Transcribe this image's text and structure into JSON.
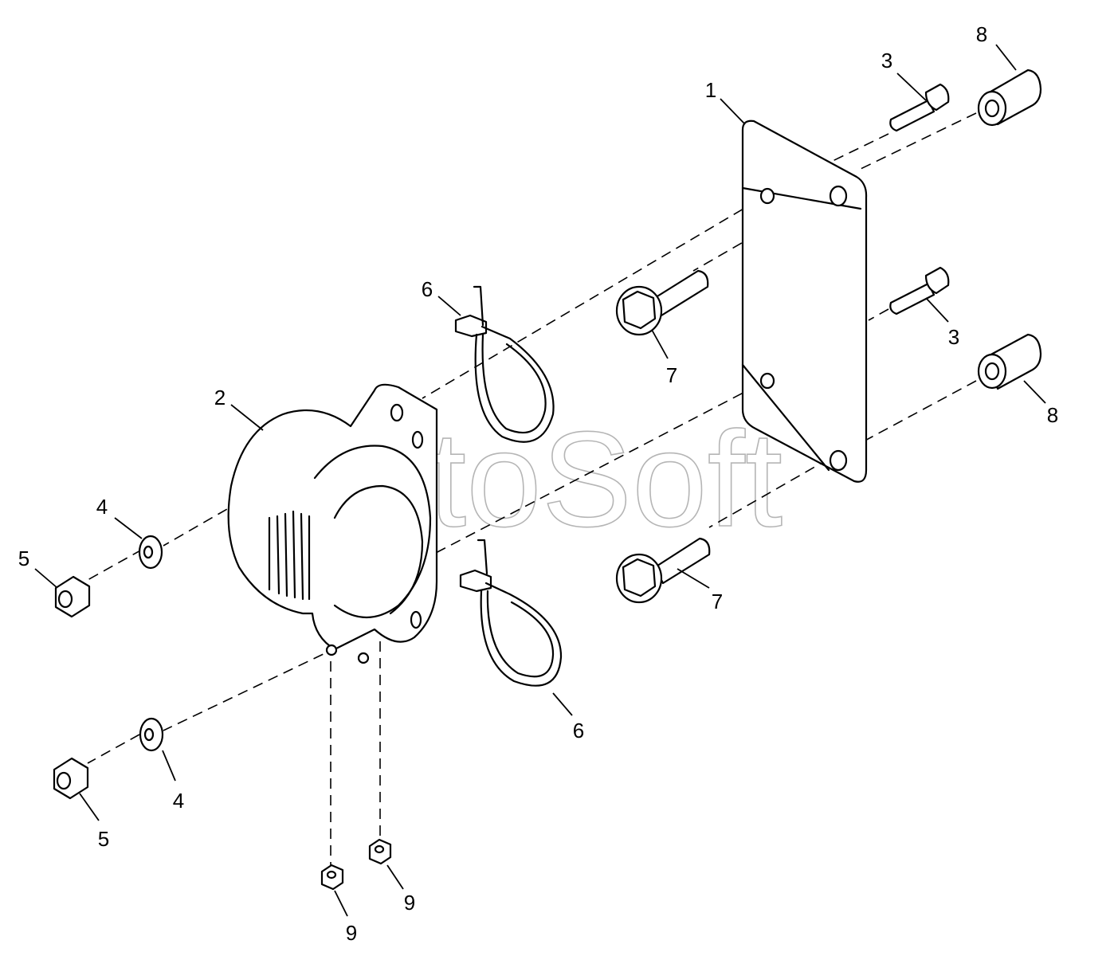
{
  "watermark": "AutoSoft",
  "callouts": {
    "c1": "1",
    "c2": "2",
    "c3a": "3",
    "c3b": "3",
    "c4a": "4",
    "c4b": "4",
    "c5a": "5",
    "c5b": "5",
    "c6a": "6",
    "c6b": "6",
    "c7a": "7",
    "c7b": "7",
    "c8a": "8",
    "c8b": "8",
    "c9a": "9",
    "c9b": "9"
  }
}
